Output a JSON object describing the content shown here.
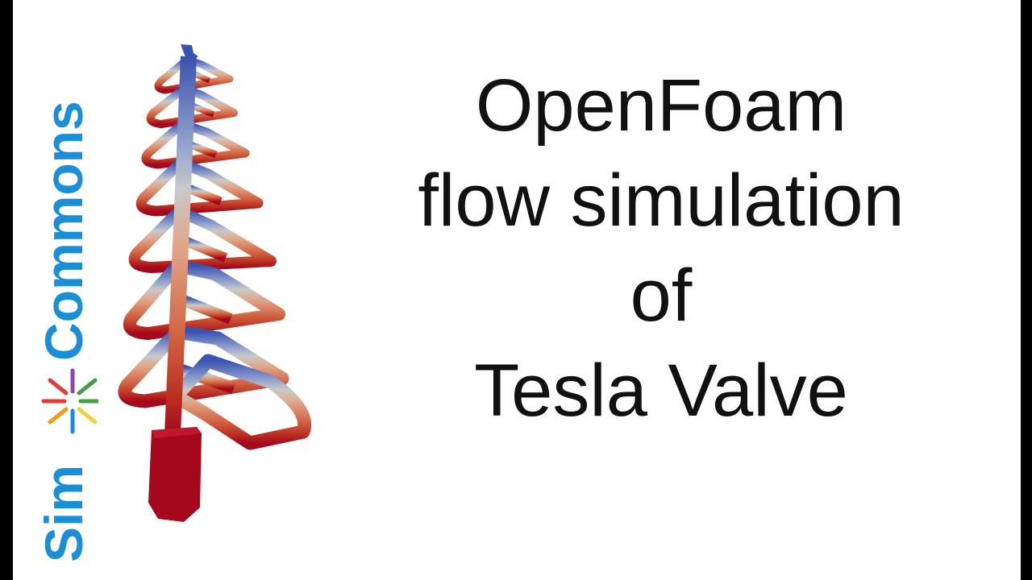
{
  "logo": {
    "text_sim": "Sim",
    "text_commons": "Commons",
    "color_sim": "#1b8fd6",
    "color_commons": "#1b8fd6",
    "burst_colors": [
      "#e53935",
      "#f39c12",
      "#f4d03f",
      "#43a047",
      "#1e88e5",
      "#8e44ad"
    ]
  },
  "title": {
    "lines": [
      "OpenFoam",
      "flow simulation",
      "of",
      "Tesla Valve"
    ]
  },
  "valve": {
    "icon": "tesla-valve-render",
    "colors": {
      "low": "#3a52b0",
      "mid": "#c9c9c9",
      "high": "#a5081c"
    }
  }
}
